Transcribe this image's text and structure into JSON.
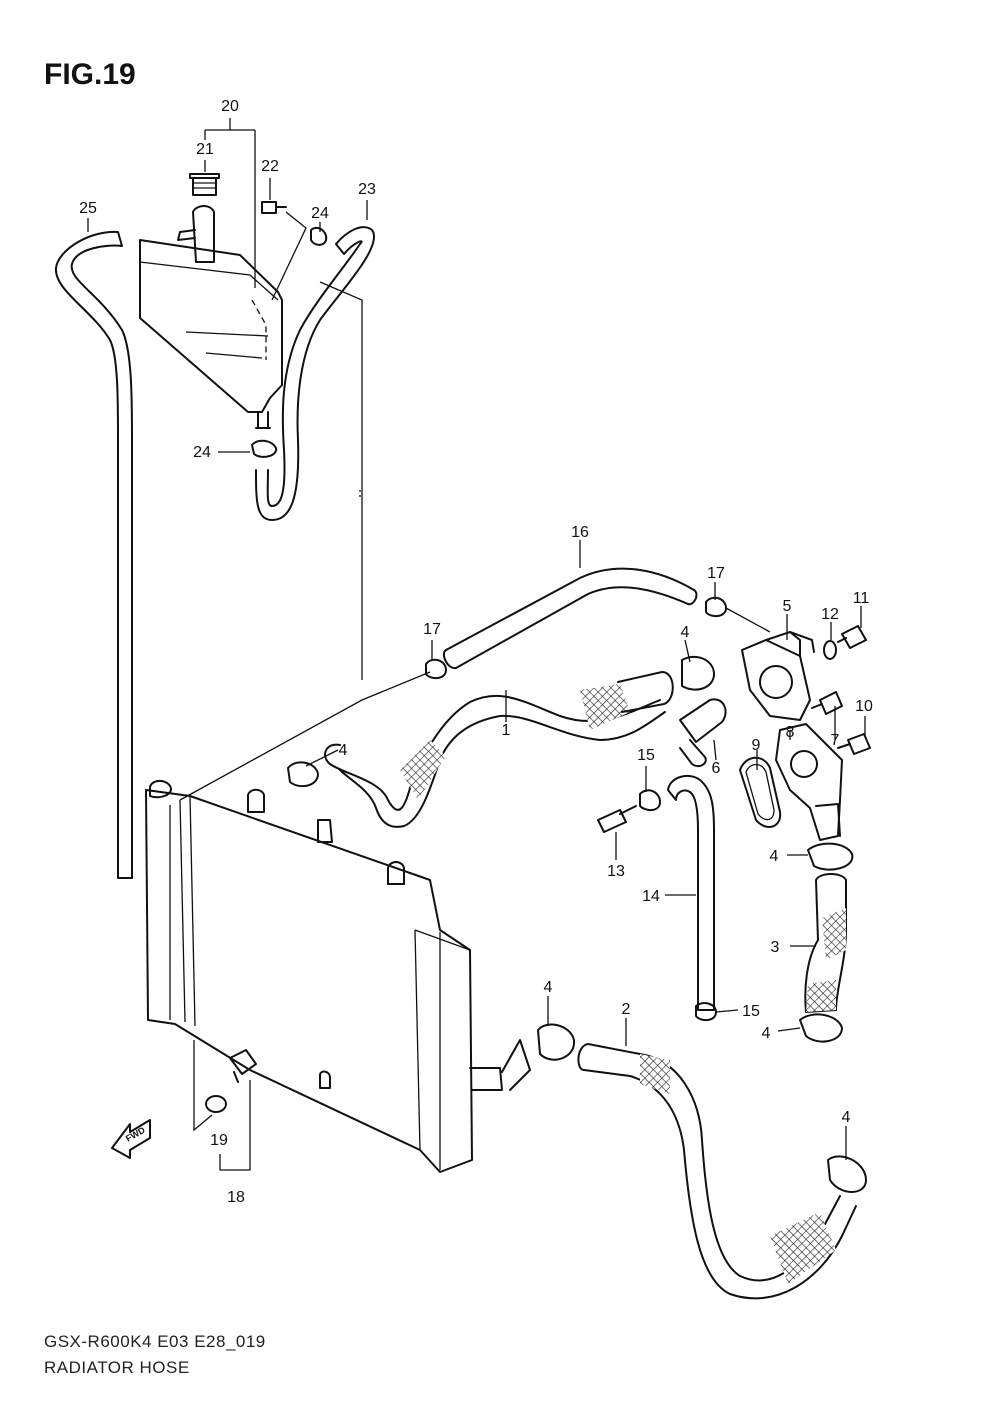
{
  "figure": {
    "title": "FIG.19",
    "model_code": "GSX-R600K4 E03 E28_019",
    "section_name": "RADIATOR HOSE",
    "direction_badge": "FWD"
  },
  "callouts": {
    "c1": "1",
    "c2": "2",
    "c3": "3",
    "c4a": "4",
    "c4b": "4",
    "c4c": "4",
    "c4d": "4",
    "c4e": "4",
    "c4f": "4",
    "c5": "5",
    "c6": "6",
    "c7": "7",
    "c8": "8",
    "c9": "9",
    "c10": "10",
    "c11": "11",
    "c12": "12",
    "c13": "13",
    "c14": "14",
    "c15a": "15",
    "c15b": "15",
    "c16": "16",
    "c17a": "17",
    "c17b": "17",
    "c18": "18",
    "c19": "19",
    "c20": "20",
    "c21": "21",
    "c22": "22",
    "c23": "23",
    "c24a": "24",
    "c24b": "24",
    "c25": "25"
  }
}
